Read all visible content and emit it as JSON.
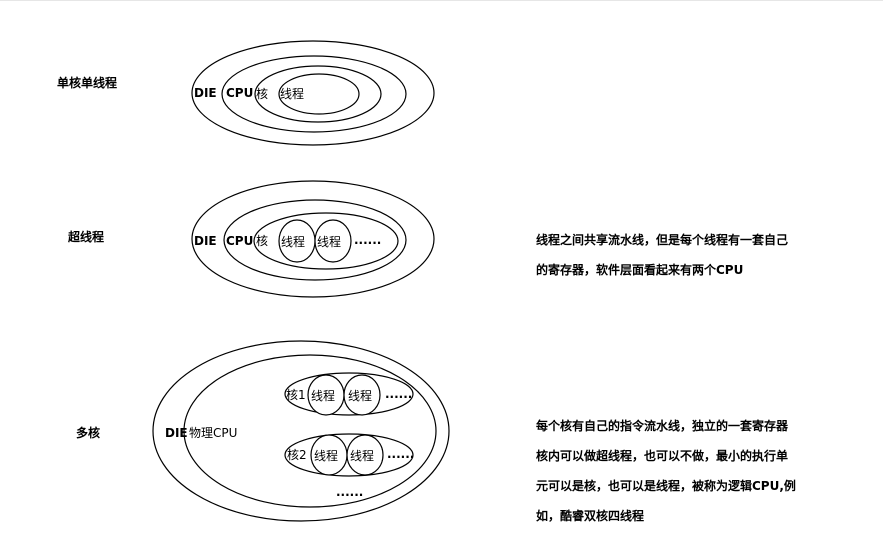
{
  "rows": {
    "single": {
      "title": "单核单线程",
      "die": "DIE",
      "cpu": "CPU",
      "core": "核",
      "thread": "线程"
    },
    "hyper": {
      "title": "超线程",
      "die": "DIE",
      "cpu": "CPU",
      "core": "核",
      "thread1": "线程",
      "thread2": "线程",
      "more": "......",
      "note_line1": "线程之间共享流水线，但是每个线程有一套自己",
      "note_line2": "的寄存器，软件层面看起来有两个CPU"
    },
    "multi": {
      "title": "多核",
      "die": "DIE",
      "cpu": "物理CPU",
      "core1": "核1",
      "core1_thread1": "线程",
      "core1_thread2": "线程",
      "core1_more": "......",
      "core2": "核2",
      "core2_thread1": "线程",
      "core2_thread2": "线程",
      "core2_more": "......",
      "more_cores": "......",
      "note_line1": "每个核有自己的指令流水线，独立的一套寄存器",
      "note_line2": "核内可以做超线程，也可以不做，最小的执行单",
      "note_line3": "元可以是核，也可以是线程，被称为逻辑CPU,例",
      "note_line4": "如，酷睿双核四线程"
    }
  },
  "colors": {
    "stroke": "#000000",
    "text": "#000000",
    "background": "#ffffff"
  }
}
